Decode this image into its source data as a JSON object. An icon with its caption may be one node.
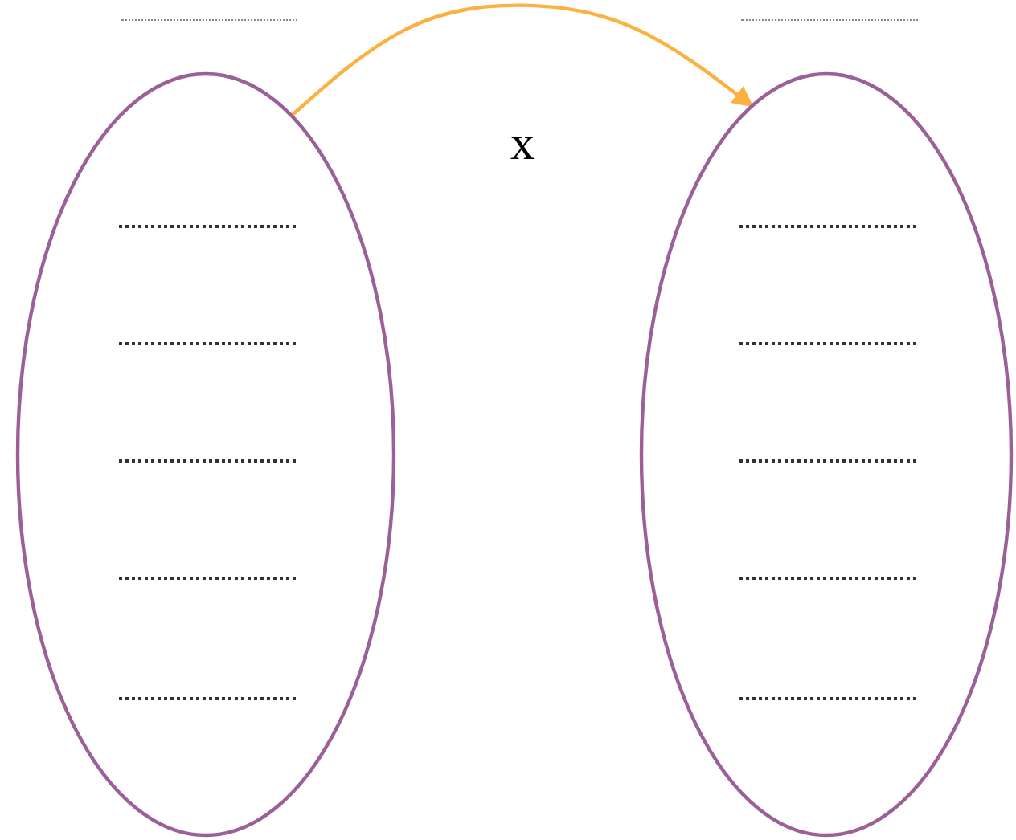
{
  "diagram": {
    "nodes": [
      {
        "text": [],
        "shape": "ellipse"
      },
      {
        "text": [],
        "shape": "ellipse"
      }
    ],
    "edges": [
      {
        "from": 0,
        "to": 1,
        "arrow": "to",
        "label": "x"
      }
    ]
  }
}
